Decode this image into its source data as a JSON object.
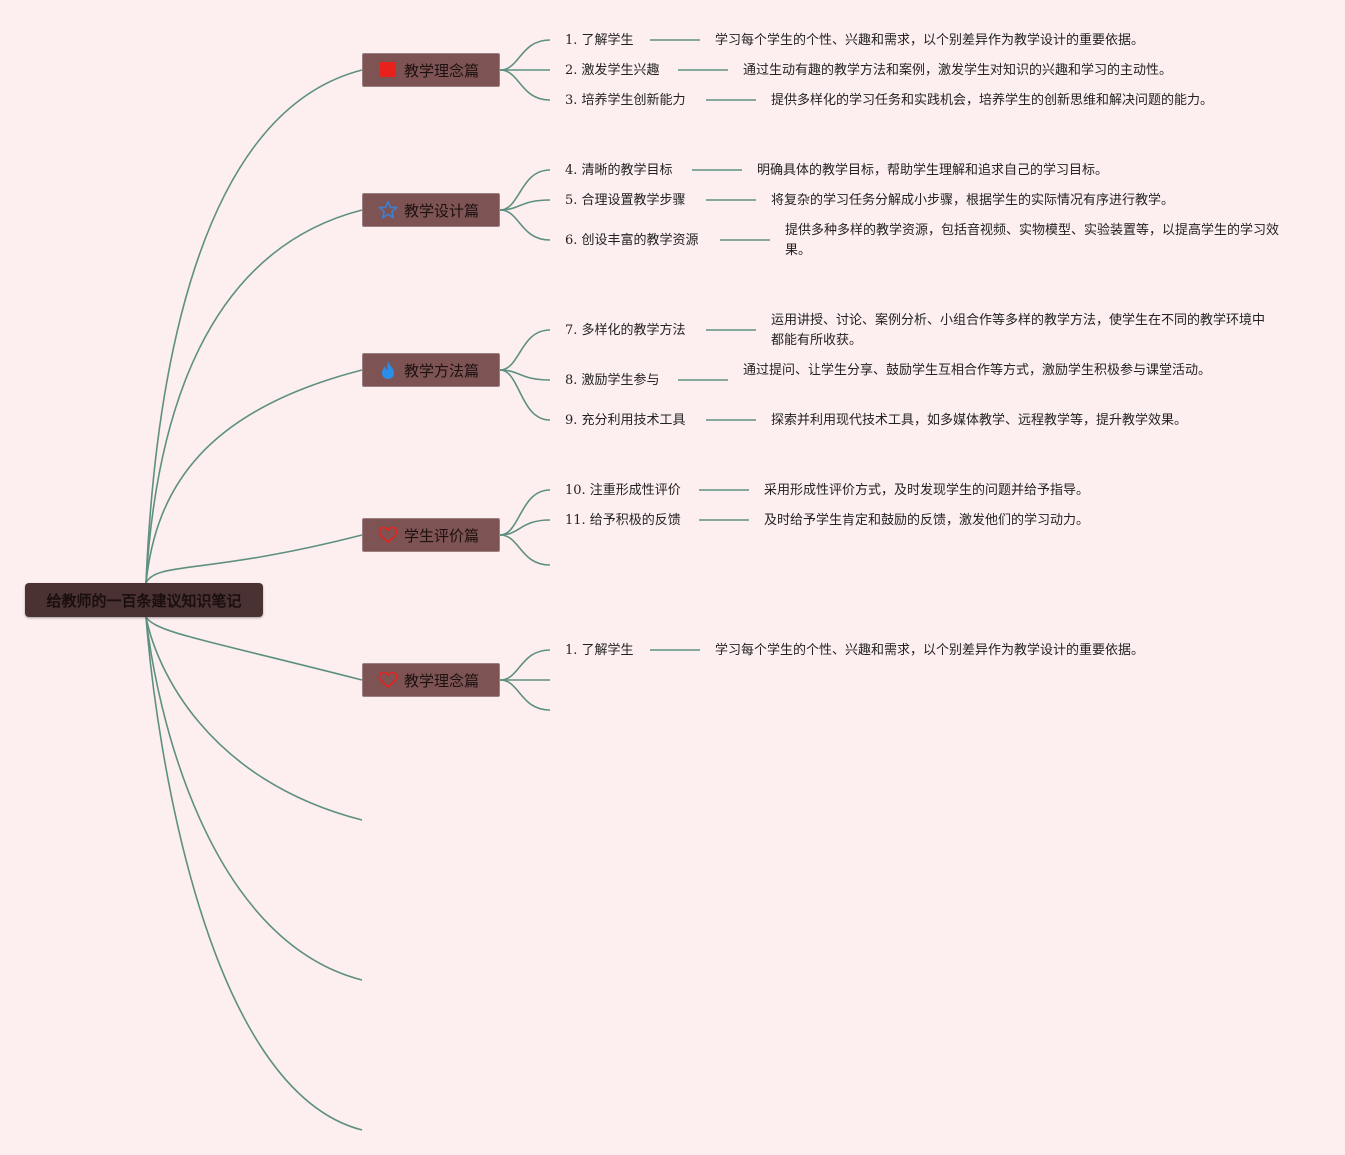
{
  "root": {
    "label": "给教师的一百条建议知识笔记"
  },
  "colors": {
    "background": "#fdeff0",
    "line": "#5e9080",
    "root_fill": "#4a3233",
    "branch_fill": "#7e5354"
  },
  "branches": [
    {
      "label": "教学理念篇",
      "icon": "red-flag-icon",
      "items": [
        {
          "title": "1. 了解学生",
          "desc": "学习每个学生的个性、兴趣和需求，以个别差异作为教学设计的重要依据。"
        },
        {
          "title": "2. 激发学生兴趣",
          "desc": "通过生动有趣的教学方法和案例，激发学生对知识的兴趣和学习的主动性。"
        },
        {
          "title": "3. 培养学生创新能力",
          "desc": "提供多样化的学习任务和实践机会，培养学生的创新思维和解决问题的能力。"
        }
      ]
    },
    {
      "label": "教学设计篇",
      "icon": "blue-star-icon",
      "items": [
        {
          "title": "4. 清晰的教学目标",
          "desc": "明确具体的教学目标，帮助学生理解和追求自己的学习目标。"
        },
        {
          "title": "5. 合理设置教学步骤",
          "desc": "将复杂的学习任务分解成小步骤，根据学生的实际情况有序进行教学。"
        },
        {
          "title": "6. 创设丰富的教学资源",
          "desc": "提供多种多样的教学资源，包括音视频、实物模型、实验装置等，以提高学生的学习效果。"
        }
      ]
    },
    {
      "label": "教学方法篇",
      "icon": "blue-flame-icon",
      "items": [
        {
          "title": "7. 多样化的教学方法",
          "desc": "运用讲授、讨论、案例分析、小组合作等多样的教学方法，使学生在不同的教学环境中都能有所收获。"
        },
        {
          "title": "8. 激励学生参与",
          "desc": "通过提问、让学生分享、鼓励学生互相合作等方式，激励学生积极参与课堂活动。"
        },
        {
          "title": "9. 充分利用技术工具",
          "desc": "探索并利用现代技术工具，如多媒体教学、远程教学等，提升教学效果。"
        }
      ]
    },
    {
      "label": "学生评价篇",
      "icon": "red-heart-icon",
      "items": [
        {
          "title": "10. 注重形成性评价",
          "desc": "采用形成性评价方式，及时发现学生的问题并给予指导。"
        },
        {
          "title": "11. 给予积极的反馈",
          "desc": "及时给予学生肯定和鼓励的反馈，激发他们的学习动力。"
        }
      ]
    },
    {
      "label": "教学理念篇",
      "icon": "red-heart-icon",
      "items": [
        {
          "title": "1. 了解学生",
          "desc": "学习每个学生的个性、兴趣和需求，以个别差异作为教学设计的重要依据。"
        }
      ]
    }
  ]
}
